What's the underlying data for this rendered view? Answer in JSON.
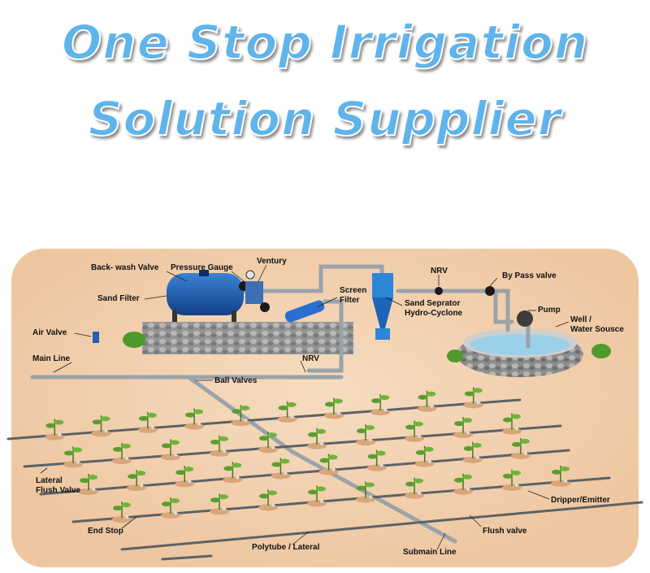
{
  "title": {
    "line1": "One Stop Irrigation",
    "line2": "Solution Supplier"
  },
  "labels": {
    "backwash_valve": "Back- wash Valve",
    "pressure_gauge": "Pressure Gauge",
    "venturi": "Ventury",
    "sand_filter": "Sand Filter",
    "screen_filter_1": "Screen",
    "screen_filter_2": "Filter",
    "nrv_top": "NRV",
    "bypass_valve": "By Pass valve",
    "sand_separator_1": "Sand Seprator",
    "sand_separator_2": "Hydro-Cyclone",
    "pump": "Pump",
    "well_1": "Well /",
    "well_2": "Water Sousce",
    "air_valve": "Air Valve",
    "main_line": "Main Line",
    "nrv_bottom": "NRV",
    "ball_valves": "Ball Valves",
    "lateral_flush_1": "Lateral",
    "lateral_flush_2": "Flush Valve",
    "dripper": "Dripper/Emitter",
    "end_stop": "End Stop",
    "flush_valve": "Flush valve",
    "polytube": "Polytube / Lateral",
    "submain": "Submain Line"
  },
  "colors": {
    "title": "#5fb4ec",
    "soil": "#f3d3b2",
    "pipe": "#9aa3a8",
    "filter": "#1f5fb8",
    "plant": "#5a9e2e"
  }
}
